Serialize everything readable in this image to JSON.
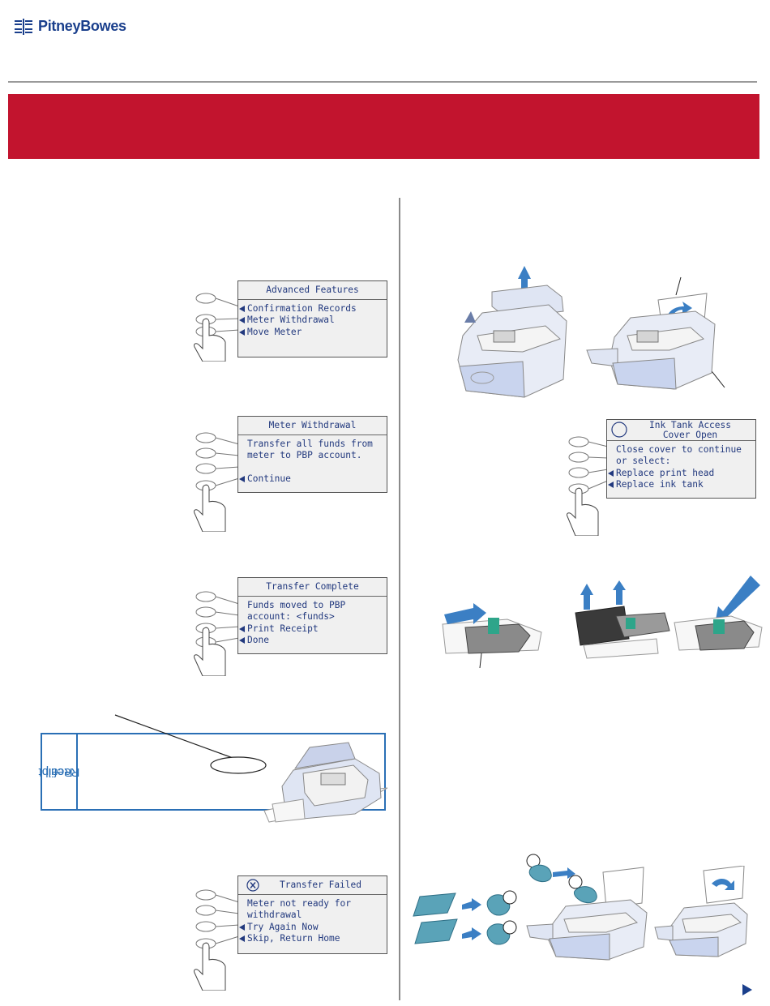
{
  "brand": {
    "name": "PitneyBowes",
    "color": "#1a3f8c"
  },
  "colors": {
    "banner": "#c2142e",
    "lcd_text": "#22397e",
    "receipt_border": "#2a6fb5"
  },
  "screens": {
    "advanced": {
      "title": "Advanced Features",
      "lines": [
        "Confirmation Records",
        "Meter Withdrawal",
        "Move Meter"
      ]
    },
    "withdrawal": {
      "title": "Meter Withdrawal",
      "lines": [
        "Transfer all funds from",
        "meter to PBP account.",
        "",
        "Continue"
      ]
    },
    "complete": {
      "title": "Transfer Complete",
      "lines": [
        "Funds moved to PBP",
        "account: <funds>",
        "Print Receipt",
        "Done"
      ]
    },
    "failed": {
      "title": "Transfer Failed",
      "icon": "x-icon",
      "lines": [
        "Meter not ready for",
        "withdrawal",
        "Try Again Now",
        "Skip, Return Home"
      ]
    },
    "ink": {
      "title_line1": "Ink Tank Access",
      "title_line2": "Cover Open",
      "icon": "info-circle-icon",
      "lines": [
        "Close cover to continue",
        "or select:",
        "Replace print head",
        "Replace ink tank"
      ]
    }
  },
  "receipt": {
    "label_line1": "Refill",
    "label_line2": "Receipt"
  },
  "icons": {
    "logo": "pitney-bowes-logo-icon",
    "next": "next-page-arrow-icon"
  }
}
